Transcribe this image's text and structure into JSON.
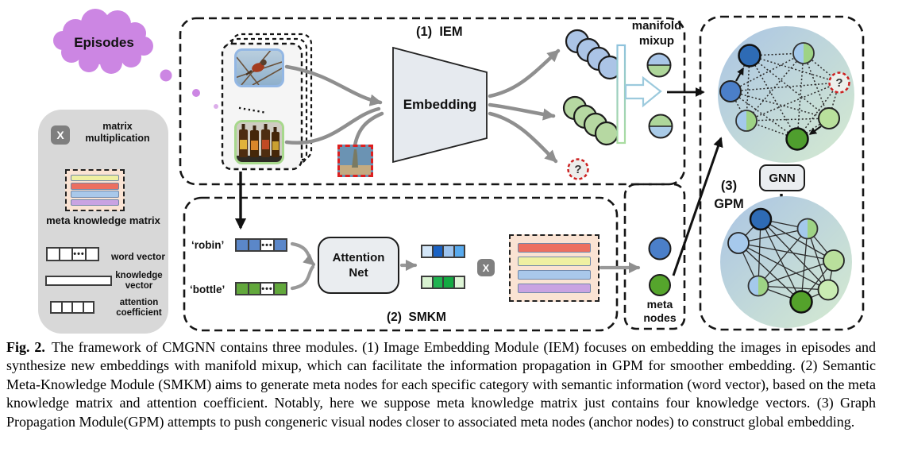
{
  "colors": {
    "episodes_cloud": "#cc86e3",
    "legend_bg": "#d8d8d8",
    "matrix_box_bg": "#fae3d3",
    "bar_yellow": "#eff0a2",
    "bar_red": "#ec6f60",
    "bar_blue": "#a9c8ea",
    "bar_purple": "#c9a3e2",
    "chain_blue": "#abc4e6",
    "chain_green": "#b6d8a2",
    "node_blue_dark": "#2e6bb5",
    "node_blue": "#4b7fc9",
    "node_blue_light": "#a6c9ec",
    "node_green_dark": "#4f9e2e",
    "node_green": "#55a52c",
    "node_green_light": "#b9e09c",
    "query_red": "#cc2020",
    "arrow_gray": "#8f8f8f"
  },
  "episodes": {
    "label": "Episodes"
  },
  "legend": {
    "x_symbol": "X",
    "matrix_multiplication_label": "matrix multiplication",
    "meta_knowledge_matrix_label": "meta knowledge matrix",
    "word_vector_label": "word vector",
    "word_vector_dots": "•••",
    "knowledge_vector_label": "knowledge vector",
    "attention_coefficient_label": "attention coefficient"
  },
  "iem": {
    "title": "(1)  IEM",
    "embedding_label": "Embedding",
    "stack_dots": "......",
    "manifold_mixup_label": "manifold mixup",
    "query_mark": "?"
  },
  "smkm": {
    "title": "(2)  SMKM",
    "robin_label": "‘robin’",
    "bottle_label": "‘bottle’",
    "vector_dots": "•••",
    "attention_net_label": "Attention Net",
    "x_symbol": "X"
  },
  "meta_nodes": {
    "label": "meta nodes"
  },
  "gpm": {
    "title": "(3) GPM",
    "gnn_label": "GNN",
    "query_mark": "?"
  },
  "caption": {
    "label": "Fig. 2.",
    "text": "The framework of CMGNN contains three modules. (1) Image Embedding Module (IEM) focuses on embedding the images in episodes and synthesize new embeddings with manifold mixup, which can facilitate the information propagation in GPM for smoother embedding. (2) Semantic Meta-Knowledge Module (SMKM) aims to generate meta nodes for each specific category with semantic information (word vector), based on the meta knowledge matrix and attention coefficient. Notably, here we suppose meta knowledge matrix just contains four knowledge vectors. (3) Graph Propagation Module(GPM) attempts to push congeneric visual nodes closer to associated meta nodes (anchor nodes) to construct global embedding."
  }
}
